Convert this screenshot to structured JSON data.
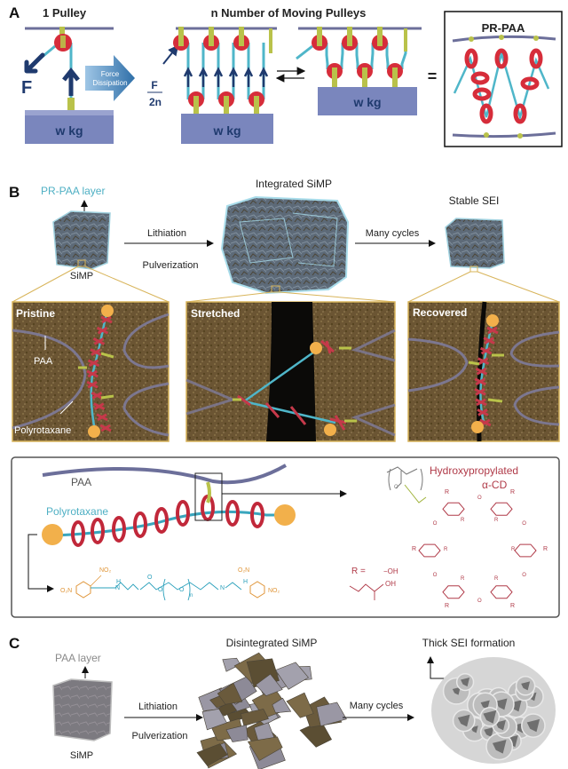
{
  "colors": {
    "navy": "#1f3a6e",
    "steel_bar": "#6c6f9a",
    "block": "#7a86bd",
    "pulley_red": "#d62d3a",
    "rope_cyan": "#4fb6c9",
    "hook_olive": "#b9c24a",
    "arrow_blue": "#2f6fa8",
    "teal_text": "#4fb0c4",
    "cd_red": "#b03a48",
    "stopper_orange": "#f2b04b",
    "soil_brown": "#6b5533",
    "inset_border": "#d8b45a",
    "gray_text": "#8a8a8a"
  },
  "panel_a": {
    "label": "A",
    "single_title": "1 Pulley",
    "single_force": "F",
    "single_weight": "w kg",
    "dissipation_arrow": {
      "line1": "Force",
      "line2": "Dissipation"
    },
    "multi_force_num": "F",
    "multi_force_den": "2n",
    "multi_title": "n Number of Moving Pulleys",
    "multi_weight_1": "w kg",
    "multi_weight_2": "w kg",
    "equals": "=",
    "prpaa_title": "PR-PAA"
  },
  "panel_b": {
    "label": "B",
    "layer_label": "PR-PAA layer",
    "particle_label": "SiMP",
    "arrow1_top": "Lithiation",
    "arrow1_bottom": "Pulverization",
    "integrated_label": "Integrated SiMP",
    "arrow2_top": "Many cycles",
    "stable_label": "Stable SEI",
    "insets": [
      {
        "title": "Pristine",
        "annotations": [
          "PAA",
          "Polyrotaxane"
        ]
      },
      {
        "title": "Stretched",
        "annotations": []
      },
      {
        "title": "Recovered",
        "annotations": []
      }
    ],
    "schematic": {
      "paa_label": "PAA",
      "polyrotaxane_label": "Polyrotaxane",
      "cd_title_line1": "Hydroxypropylated",
      "cd_title_line2": "α-CD",
      "r_def_label": "R =",
      "r_option_1": "−OH",
      "r_option_2": "OH",
      "stopper_formula": {
        "left_no2_top": "NO₂",
        "left_no2_side": "O₂N",
        "nh_left": "H",
        "n_left": "N",
        "o_left": "O",
        "repeat_n": "n",
        "o_right": "O",
        "n_right": "N",
        "nh_right": "H",
        "right_no2_top": "O₂N",
        "right_no2_side": "NO₂",
        "carbonyl": "O"
      },
      "ring_R_labels": [
        "R",
        "R",
        "R",
        "R",
        "R",
        "R",
        "R",
        "R",
        "R",
        "R",
        "R",
        "R",
        "R",
        "R",
        "R",
        "R",
        "R",
        "R"
      ],
      "ring_O_label": "O"
    }
  },
  "panel_c": {
    "label": "C",
    "layer_label": "PAA layer",
    "particle_label": "SiMP",
    "arrow1_top": "Lithiation",
    "arrow1_bottom": "Pulverization",
    "disintegrated_label": "Disintegrated SiMP",
    "arrow2_top": "Many cycles",
    "sei_label": "Thick SEI formation"
  }
}
